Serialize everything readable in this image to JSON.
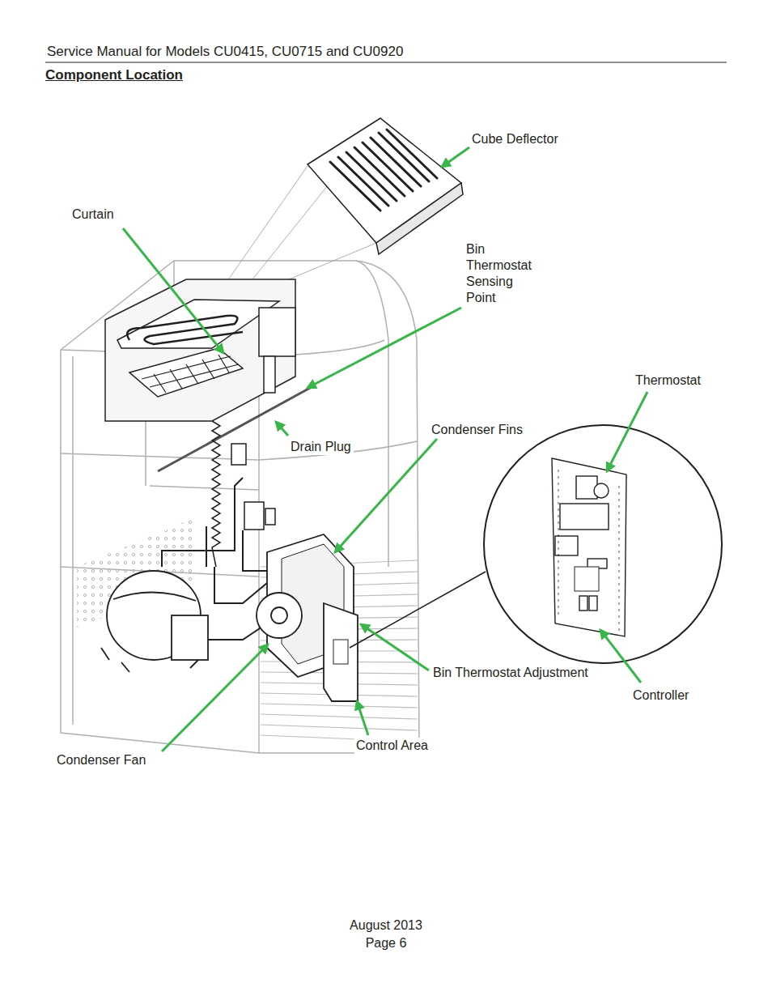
{
  "diagram": {
    "title": "Component Location",
    "labels": [
      "Service Manual for Models CU0415, CU0715 and CU0920",
      "Cube Deflector",
      "Curtain",
      "Bin Thermostat Sensing Point",
      "Thermostat",
      "Condenser Fins",
      "Drain Plug",
      "Bin Thermostat Adjustment",
      "Controller",
      "Control Area",
      "Condenser Fan",
      "August 2013",
      "Page 6"
    ]
  }
}
